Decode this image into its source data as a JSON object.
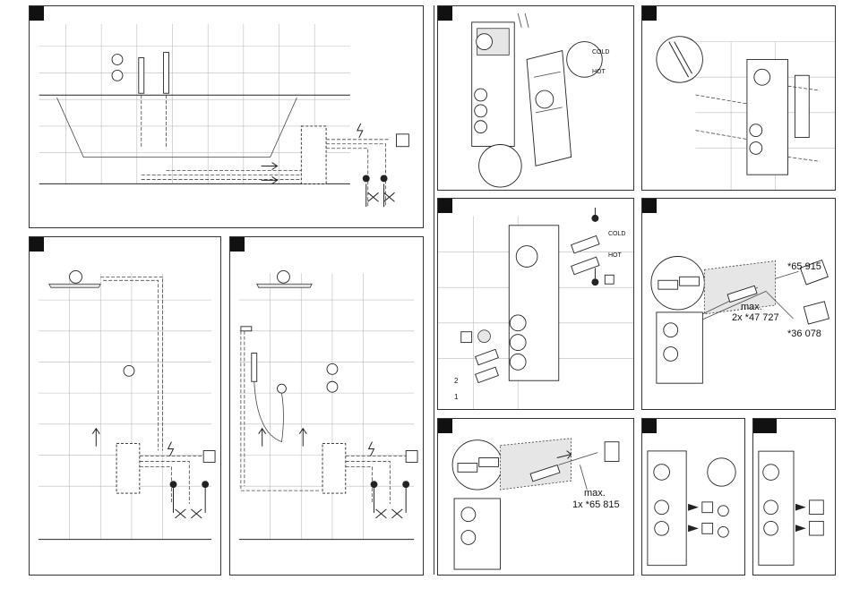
{
  "labels": {
    "cold": "COLD",
    "hot": "HOT",
    "step2": "2",
    "step1": "1",
    "max1_line1": "max.",
    "max1_line2": "2x *47 727",
    "part_65915": "*65 915",
    "part_36078": "*36 078",
    "max2_line1": "max.",
    "max2_line2": "1x *65 815"
  }
}
